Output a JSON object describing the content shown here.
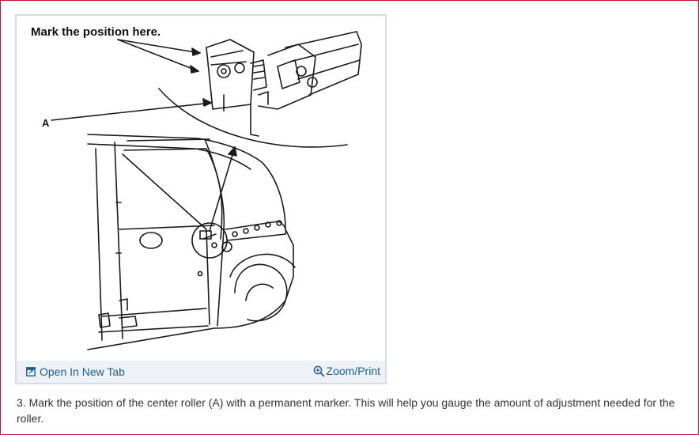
{
  "figure": {
    "label_mark": "Mark the position here.",
    "label_a": "A"
  },
  "toolbar": {
    "open_tab_label": "Open In New Tab",
    "zoom_label": "Zoom/Print"
  },
  "caption": {
    "text": "3. Mark the position of the center roller (A) with a permanent marker. This will help you gauge the amount of adjustment needed for the roller."
  },
  "colors": {
    "frame_border": "#c8102e",
    "figure_border": "#d6dde5",
    "toolbar_bg": "#eef2f6",
    "link": "#1a5e9c",
    "text": "#333333"
  },
  "icons": {
    "open_tab": "open-new-tab-icon",
    "zoom": "magnifier-plus-icon"
  }
}
